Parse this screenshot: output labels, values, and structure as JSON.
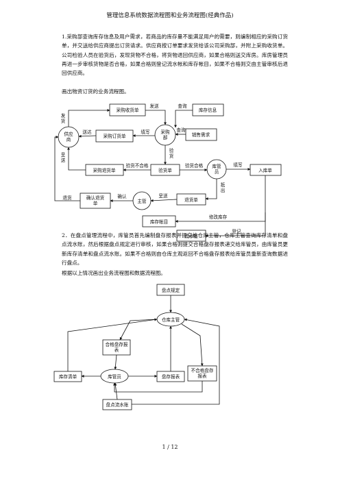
{
  "header": {
    "title": "管理信息系统数据流程图和业务流程图(经典作品)"
  },
  "section1": {
    "text": "1.采购部查询库存信息及用户需求，若商品的库存量不能满足用户的需要，则编制相应的采购订货单，并交送给供应商提出订货请求。供应商按订单要求发货给该公司采购部，并附上采购收货单。公司检验人员在验货后，发现货物不合格，将货物退回供应商，如果合格则送交库房。库房管理员再进一步审核货物是否合格，如果合格则登记流水帐和库存帐目，如果不合格则交由主管审核后退回供应商。",
    "subtitle": "画出物资订货的业务流程图。"
  },
  "diagram1": {
    "nodes": {
      "supplier": "供应\n商",
      "purchasing": "采购\n部",
      "storekeeper": "库管\n员",
      "manager": "主管",
      "receipt": "采购收货单",
      "order": "采购订货单",
      "inventory_info": "库存信息",
      "sales_demand": "销售需求",
      "return_note": "采购退货单",
      "inspection": "验货单",
      "inbound": "入库单",
      "confirm_return": "确认退货\n单",
      "returned_goods": "退货单",
      "inventory_ledger": "库存帐目",
      "flow_ledger": "流水帐"
    },
    "labels": {
      "ship": "发\n货",
      "send1": "发送",
      "query1": "查询",
      "send2": "送达",
      "fill1": "填写",
      "query2": "查询",
      "inspect": "验\n货",
      "present": "呈\n送",
      "unqualified": "验货不合格",
      "qualified": "验货合格",
      "fill2": "填写",
      "check": "抵\n出",
      "return": "退货",
      "confirm": "确认",
      "deliver": "呈送",
      "modify": "修改库存",
      "register": "登记"
    }
  },
  "section2": {
    "text": "2．在盘点管理流程中，库管员首先编制盘存报表并提交给仓库主管，仓库主管查询库存清单和盘点流水账，然后根据盘点规定进行审核，如果合格则提交合格盘存报表递交给库管员，由库管员更新库存清单和盘点流水账。如果不合格则由仓库主观返回不合格盘存报表给库管员重新查询数据进行盘点。",
    "subtitle": "根据以上情况画出业务流程图和数据流程图。"
  },
  "diagram2": {
    "nodes": {
      "rules": "盘点规定",
      "warehouse_manager": "仓库主管",
      "qualified_report": "合格盘存报\n表",
      "inventory_list": "库存清单",
      "storekeeper": "库管员",
      "inventory_report": "盘存报表",
      "unqualified_report": "不合格盘存\n报表",
      "count_ledger": "盘点流水账"
    }
  },
  "footer": {
    "page": "1  /  12"
  }
}
